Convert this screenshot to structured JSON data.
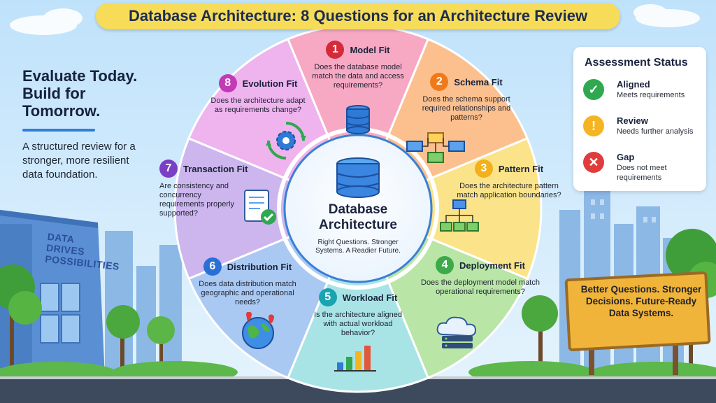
{
  "title": "Database Architecture: 8 Questions for an Architecture Review",
  "left": {
    "headline": "Evaluate Today. Build for Tomorrow.",
    "subtitle": "A structured review for a stronger, more resilient data foundation.",
    "building_text": "DATA DRIVES POSSIBILITIES"
  },
  "status_panel": {
    "title": "Assessment Status",
    "items": [
      {
        "name": "Aligned",
        "desc": "Meets requirements",
        "color": "#2fa84f",
        "icon": "check-icon"
      },
      {
        "name": "Review",
        "desc": "Needs further analysis",
        "color": "#f5b422",
        "icon": "exclamation-icon"
      },
      {
        "name": "Gap",
        "desc": "Does not meet requirements",
        "color": "#e23b3b",
        "icon": "x-icon"
      }
    ]
  },
  "wheel": {
    "center_title": "Database Architecture",
    "center_subtitle": "Right Questions. Stronger Systems. A Readier Future.",
    "questions": [
      {
        "num": "1",
        "title": "Model Fit",
        "text": "Does the database model match the data and access requirements?",
        "color": "#f7a9c4",
        "badge": "#d42a3a",
        "icon": "database-icon"
      },
      {
        "num": "2",
        "title": "Schema Fit",
        "text": "Does the schema support required relationships and patterns?",
        "color": "#fbc08e",
        "badge": "#f07a1a",
        "icon": "schema-diagram-icon"
      },
      {
        "num": "3",
        "title": "Pattern Fit",
        "text": "Does the architecture pattern match application boundaries?",
        "color": "#fbe38a",
        "badge": "#f2b01c",
        "icon": "pattern-tree-icon"
      },
      {
        "num": "4",
        "title": "Deployment Fit",
        "text": "Does the deployment model match operational requirements?",
        "color": "#b9e6a6",
        "badge": "#3da94a",
        "icon": "cloud-server-icon"
      },
      {
        "num": "5",
        "title": "Workload Fit",
        "text": "Is the architecture aligned with actual workload behavior?",
        "color": "#a8e4e6",
        "badge": "#1aa3b0",
        "icon": "bar-chart-icon"
      },
      {
        "num": "6",
        "title": "Distribution Fit",
        "text": "Does data distribution match geographic and operational needs?",
        "color": "#aac9f2",
        "badge": "#2a6fd6",
        "icon": "globe-icon"
      },
      {
        "num": "7",
        "title": "Transaction Fit",
        "text": "Are consistency and concurrency requirements properly supported?",
        "color": "#cdb5ee",
        "badge": "#7a3fc4",
        "icon": "document-check-icon"
      },
      {
        "num": "8",
        "title": "Evolution Fit",
        "text": "Does the architecture adapt as requirements change?",
        "color": "#efb3ee",
        "badge": "#c23ab6",
        "icon": "gear-cycle-icon"
      }
    ]
  },
  "sign": {
    "text": "Better Questions. Stronger Decisions. Future-Ready Data Systems."
  }
}
